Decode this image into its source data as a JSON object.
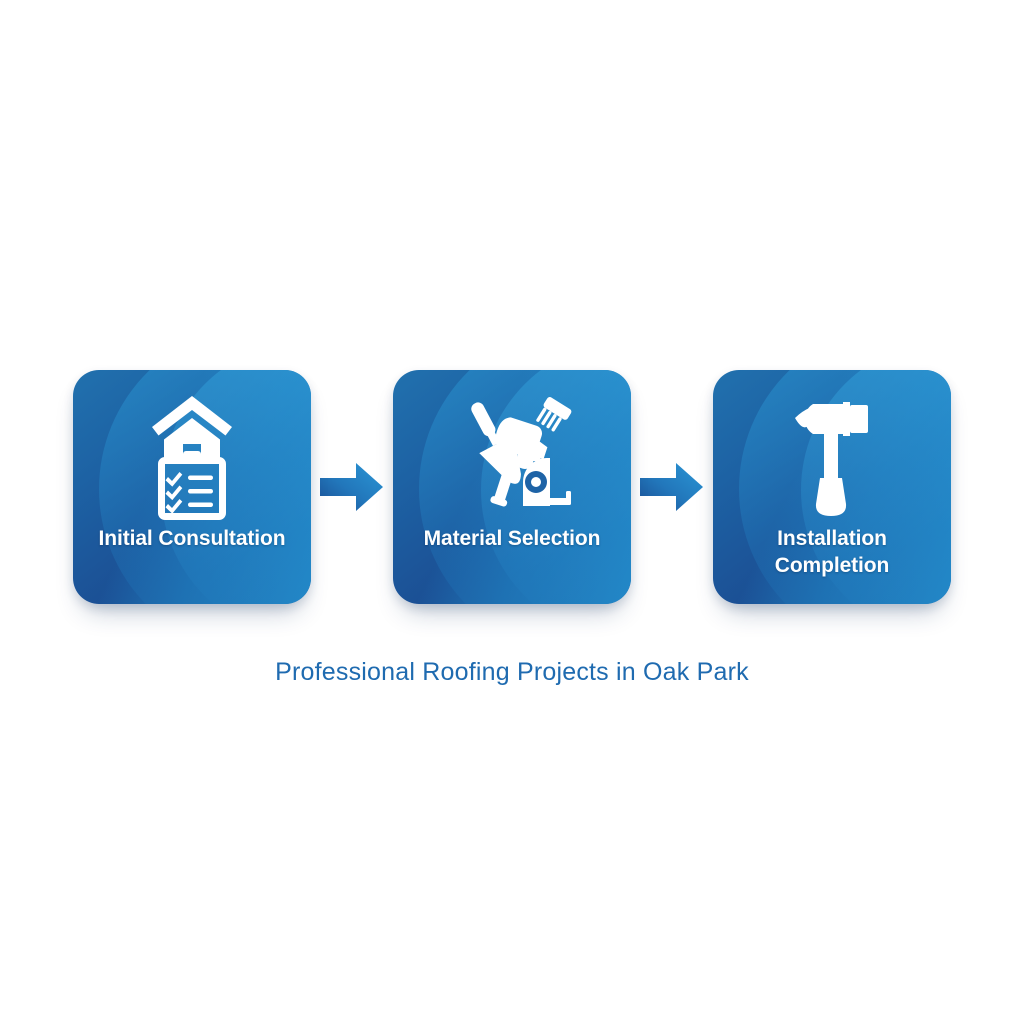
{
  "background_color": "#ffffff",
  "theme": {
    "card_gradient_from": "#2171ae",
    "card_gradient_to": "#1c3f7e",
    "card_accent_cyan": "#26a7e4",
    "arrow_gradient_from": "#2b8fd0",
    "arrow_gradient_to": "#1b4f94",
    "label_color": "#ffffff",
    "caption_color": "#1f6bb0"
  },
  "process": {
    "steps": [
      {
        "label": "Initial Consultation",
        "icon": "house-with-clipboard-checklist-icon",
        "order": 1
      },
      {
        "label": "Material Selection",
        "icon": "trowel-hammer-brush-tape-measure-icon",
        "order": 2
      },
      {
        "label": "Installation Completion",
        "icon": "claw-hammer-icon",
        "order": 3
      }
    ],
    "connectors": [
      {
        "icon": "arrow-right-icon"
      },
      {
        "icon": "arrow-right-icon"
      }
    ]
  },
  "caption": {
    "text": "Professional Roofing Projects in Oak Park"
  }
}
